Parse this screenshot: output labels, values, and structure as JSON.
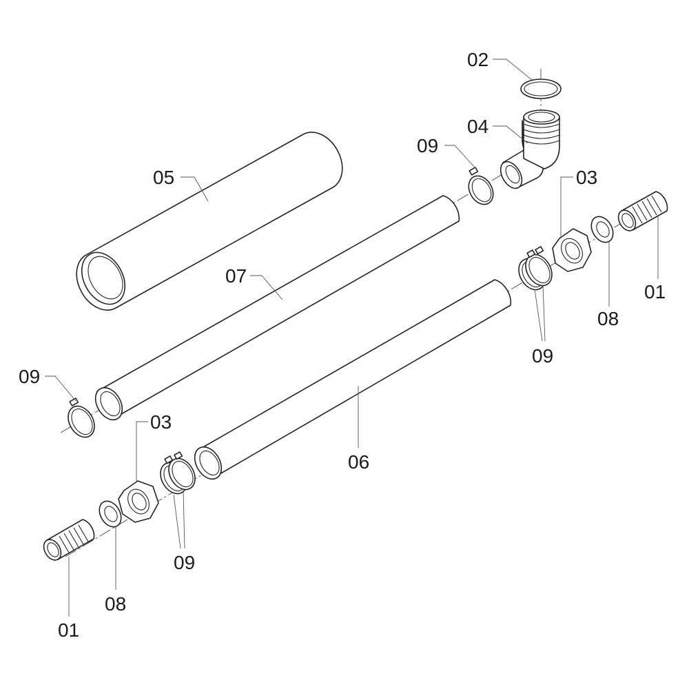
{
  "callouts": {
    "c02": "02",
    "c04": "04",
    "c09_elbow": "09",
    "c05": "05",
    "c03_right": "03",
    "c07": "07",
    "c01_right": "01",
    "c08_right": "08",
    "c09_right_pair": "09",
    "c09_left": "09",
    "c03_left": "03",
    "c06": "06",
    "c09_left_pair": "09",
    "c08_left": "08",
    "c01_left": "01"
  }
}
